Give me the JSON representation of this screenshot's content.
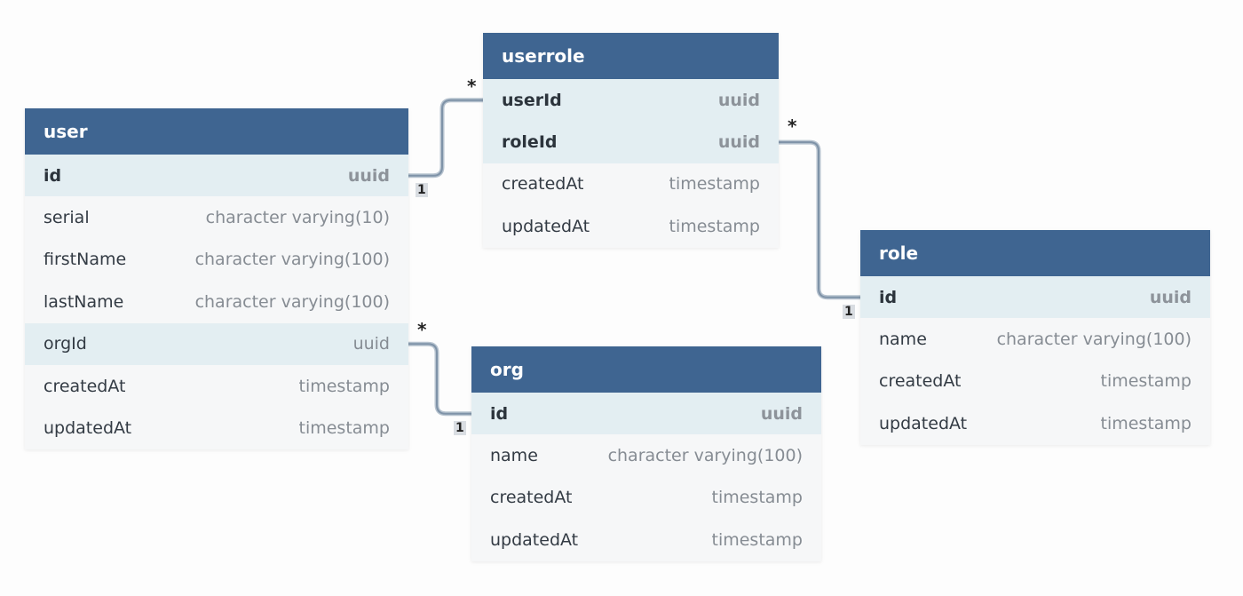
{
  "tables": [
    {
      "id": "userrole",
      "name": "userrole",
      "columns": [
        {
          "name": "userId",
          "type": "uuid",
          "pk": true,
          "ref": true
        },
        {
          "name": "roleId",
          "type": "uuid",
          "pk": true,
          "ref": true
        },
        {
          "name": "createdAt",
          "type": "timestamp",
          "pk": false,
          "ref": false
        },
        {
          "name": "updatedAt",
          "type": "timestamp",
          "pk": false,
          "ref": false
        }
      ]
    },
    {
      "id": "user",
      "name": "user",
      "columns": [
        {
          "name": "id",
          "type": "uuid",
          "pk": true,
          "ref": true
        },
        {
          "name": "serial",
          "type": "character varying(10)",
          "pk": false,
          "ref": false
        },
        {
          "name": "firstName",
          "type": "character varying(100)",
          "pk": false,
          "ref": false
        },
        {
          "name": "lastName",
          "type": "character varying(100)",
          "pk": false,
          "ref": false
        },
        {
          "name": "orgId",
          "type": "uuid",
          "pk": false,
          "ref": true
        },
        {
          "name": "createdAt",
          "type": "timestamp",
          "pk": false,
          "ref": false
        },
        {
          "name": "updatedAt",
          "type": "timestamp",
          "pk": false,
          "ref": false
        }
      ]
    },
    {
      "id": "role",
      "name": "role",
      "columns": [
        {
          "name": "id",
          "type": "uuid",
          "pk": true,
          "ref": true
        },
        {
          "name": "name",
          "type": "character varying(100)",
          "pk": false,
          "ref": false
        },
        {
          "name": "createdAt",
          "type": "timestamp",
          "pk": false,
          "ref": false
        },
        {
          "name": "updatedAt",
          "type": "timestamp",
          "pk": false,
          "ref": false
        }
      ]
    },
    {
      "id": "org",
      "name": "org",
      "columns": [
        {
          "name": "id",
          "type": "uuid",
          "pk": true,
          "ref": true
        },
        {
          "name": "name",
          "type": "character varying(100)",
          "pk": false,
          "ref": false
        },
        {
          "name": "createdAt",
          "type": "timestamp",
          "pk": false,
          "ref": false
        },
        {
          "name": "updatedAt",
          "type": "timestamp",
          "pk": false,
          "ref": false
        }
      ]
    }
  ],
  "relations": [
    {
      "from_table": "user",
      "from_column": "id",
      "from_card": "1",
      "to_table": "userrole",
      "to_column": "userId",
      "to_card": "*"
    },
    {
      "from_table": "userrole",
      "from_column": "roleId",
      "from_card": "*",
      "to_table": "role",
      "to_column": "id",
      "to_card": "1"
    },
    {
      "from_table": "user",
      "from_column": "orgId",
      "from_card": "*",
      "to_table": "org",
      "to_column": "id",
      "to_card": "1"
    }
  ],
  "colors": {
    "header": "#3f6591",
    "header_text": "#ffffff",
    "row": "#f6f7f8",
    "ref_row": "#e3eef2",
    "connector": "#7f93a8"
  }
}
